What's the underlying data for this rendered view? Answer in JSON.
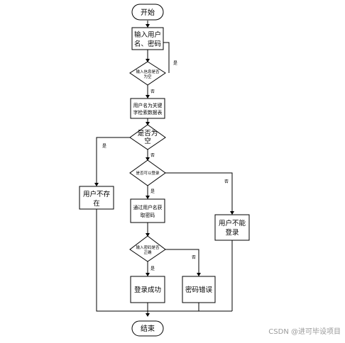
{
  "nodes": {
    "start": "开始",
    "input_l1": "输入用户",
    "input_l2": "名、密码",
    "check_empty_l1": "输入信息是否",
    "check_empty_l2": "为空",
    "search_l1": "用户名为关键",
    "search_l2": "字检索数据表",
    "is_empty_l1": "是否为",
    "is_empty_l2": "空",
    "can_login": "是否可以登录",
    "get_pwd_l1": "通过用户名获",
    "get_pwd_l2": "取密码",
    "user_missing_l1": "用户不存",
    "user_missing_l2": "在",
    "cannot_login_l1": "用户不能",
    "cannot_login_l2": "登录",
    "pwd_correct_l1": "输入密码是否",
    "pwd_correct_l2": "正确",
    "login_success": "登录成功",
    "pwd_error": "密码错误",
    "end": "结束"
  },
  "labels": {
    "yes": "是",
    "no": "否"
  },
  "watermark": "CSDN @进可毕设项目",
  "colors": {
    "stroke": "#000000",
    "fill": "#ffffff",
    "watermark": "#9a9a9a"
  }
}
